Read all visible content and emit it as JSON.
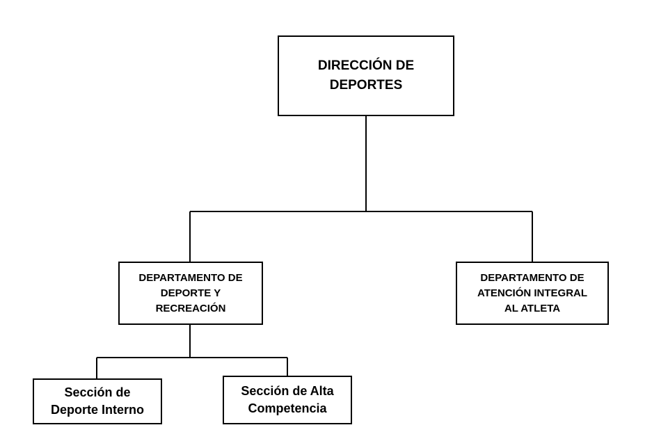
{
  "org_chart": {
    "top": {
      "label": "DIRECCIÓN DE\nDEPORTES"
    },
    "departments": [
      {
        "label": "DEPARTAMENTO DE\nDEPORTE  Y\nRECREACIÓN"
      },
      {
        "label": "DEPARTAMENTO DE\nATENCIÓN INTEGRAL\nAL ATLETA"
      }
    ],
    "sections": [
      {
        "label": "Sección de\nDeporte Interno"
      },
      {
        "label": "Sección de Alta\nCompetencia"
      }
    ]
  },
  "colors": {
    "line": "#000000",
    "box_border": "#000000",
    "background": "#ffffff"
  }
}
